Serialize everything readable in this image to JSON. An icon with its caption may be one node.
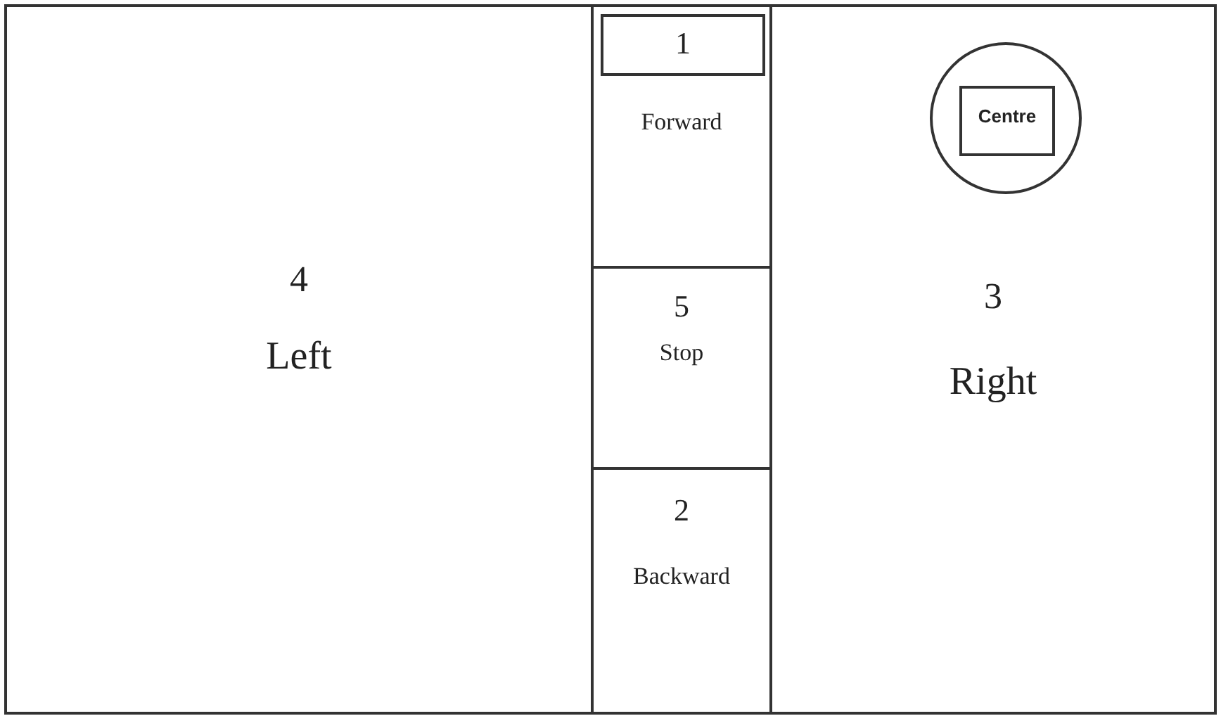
{
  "diagram": {
    "nodes": [
      {
        "text": [
          "4",
          "Left"
        ]
      },
      {
        "text": [
          "Forward"
        ]
      },
      {
        "text": [
          "1"
        ],
        "in": 1
      },
      {
        "text": [
          "5",
          "Stop"
        ]
      },
      {
        "text": [
          "2",
          "Backward"
        ]
      },
      {
        "text": [
          "3",
          "Right"
        ]
      },
      {
        "text": [],
        "shape": "circle",
        "in": 5
      },
      {
        "text": [
          "Centre"
        ],
        "in": 6
      }
    ],
    "edges": []
  }
}
